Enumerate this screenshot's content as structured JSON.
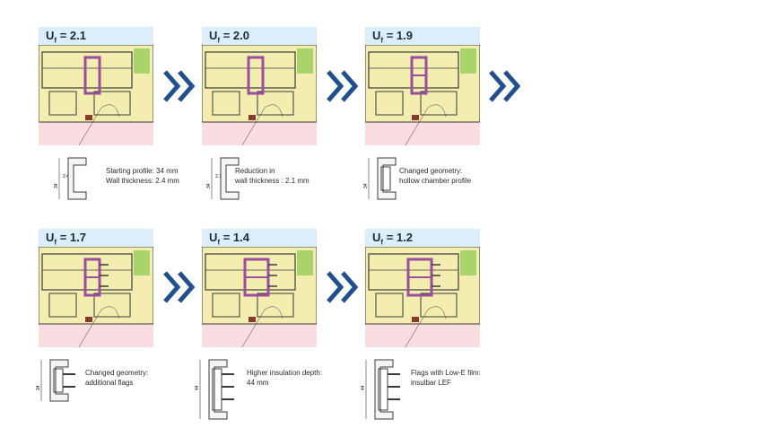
{
  "panels": [
    {
      "uf_symbol": "U",
      "uf_sub": "f",
      "uf_value": "= 2.1",
      "height_label": "34",
      "thickness_label": "2.4",
      "desc_line1": "Starting profile: 34 mm",
      "desc_line2": "Wall thickness: 2.4 mm",
      "variant": "start"
    },
    {
      "uf_symbol": "U",
      "uf_sub": "f",
      "uf_value": "= 2.0",
      "height_label": "34",
      "thickness_label": "2.1",
      "desc_line1": "Reduction in",
      "desc_line2": "wall thickness : 2.1 mm",
      "variant": "thin"
    },
    {
      "uf_symbol": "U",
      "uf_sub": "f",
      "uf_value": "= 1.9",
      "height_label": "34",
      "thickness_label": "",
      "desc_line1": "Changed geometry:",
      "desc_line2": "hollow chamber profile",
      "variant": "hollow"
    },
    {
      "uf_symbol": "U",
      "uf_sub": "f",
      "uf_value": "= 1.7",
      "height_label": "34",
      "thickness_label": "",
      "desc_line1": "Changed geometry:",
      "desc_line2": "additional flags",
      "variant": "flags"
    },
    {
      "uf_symbol": "U",
      "uf_sub": "f",
      "uf_value": "= 1.4",
      "height_label": "44",
      "thickness_label": "",
      "desc_line1": "Higher insulation depth:",
      "desc_line2": "44 mm",
      "variant": "deep"
    },
    {
      "uf_symbol": "U",
      "uf_sub": "f",
      "uf_value": "= 1.2",
      "height_label": "44",
      "thickness_label": "",
      "desc_line1": "Flags with Low-E film:",
      "desc_line2": "insulbar LEF",
      "variant": "lef"
    }
  ],
  "colors": {
    "header_bg": "#dceefa",
    "frame_fill": "#f3eeb0",
    "insulation_green": "#a8d46a",
    "polyamide_purple": "#9a4f9e",
    "pink_zone": "#f9dde2",
    "arrow_blue": "#1f4f8c",
    "outline": "#3b3b3b"
  }
}
